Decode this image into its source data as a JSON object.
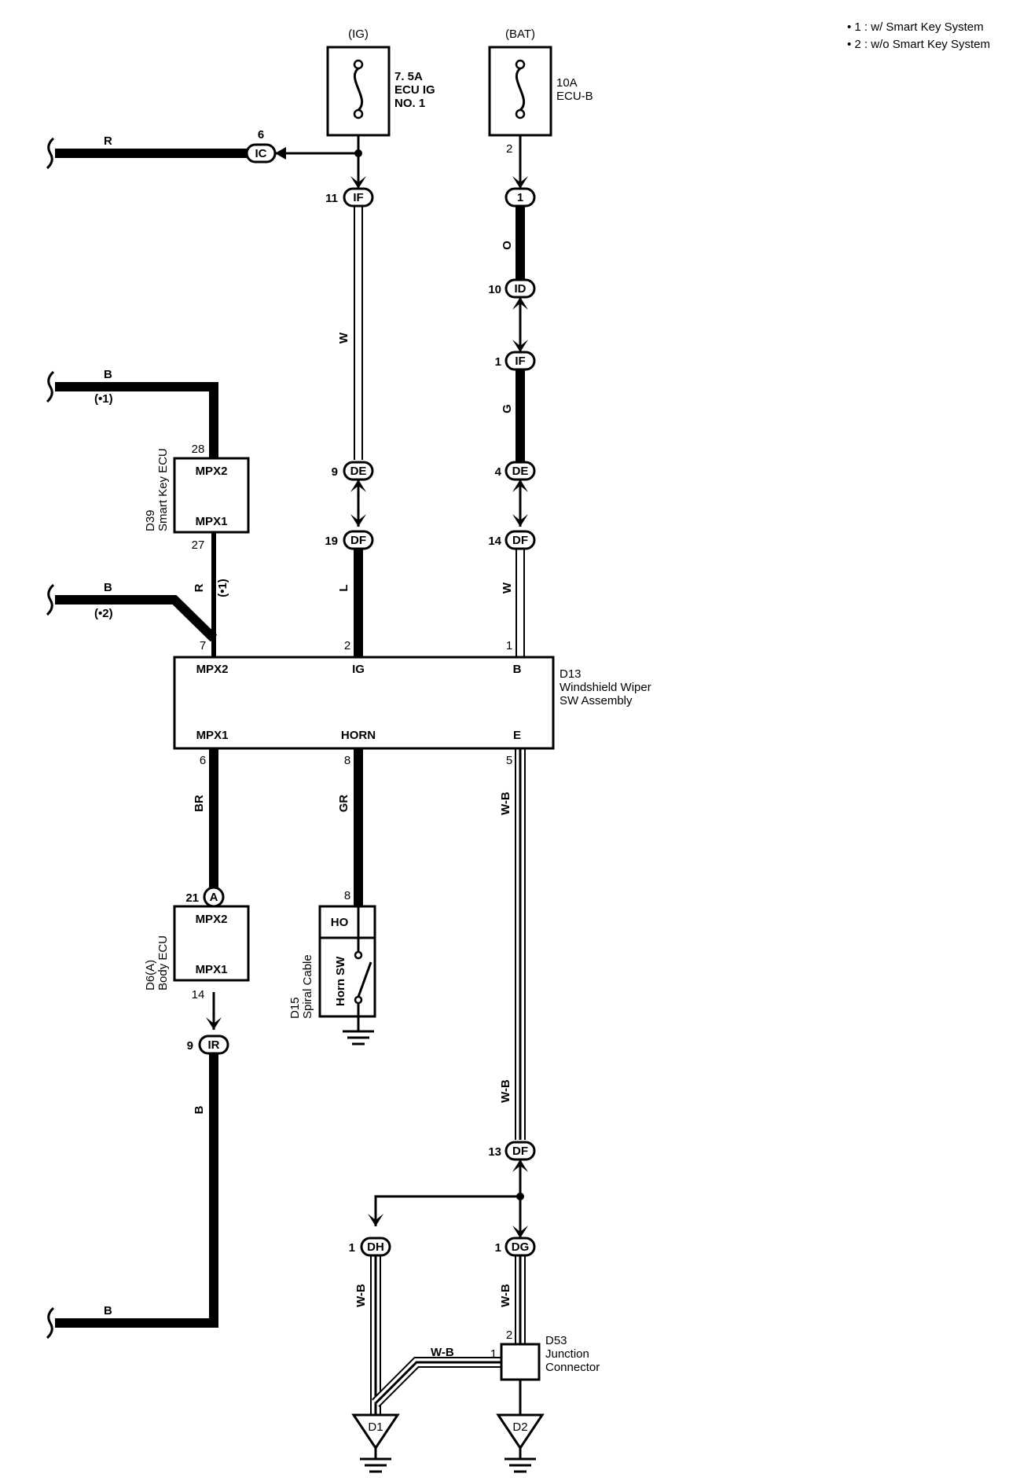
{
  "legend": [
    "• 1 : w/ Smart Key System",
    "• 2 : w/o Smart Key System"
  ],
  "fuses": {
    "ig": {
      "source": "(IG)",
      "rating": "7. 5A",
      "name1": "ECU IG",
      "name2": "NO. 1"
    },
    "bat": {
      "source": "(BAT)",
      "rating": "10A",
      "name1": "ECU-B",
      "out_pin": "2"
    }
  },
  "connectors": {
    "ic": {
      "code": "IC",
      "pin": "6"
    },
    "if_ig": {
      "code": "IF",
      "pin": "11"
    },
    "if_bat_top": {
      "code": "",
      "pin": "1"
    },
    "id": {
      "code": "ID",
      "pin": "10"
    },
    "if_bat": {
      "code": "IF",
      "pin": "1"
    },
    "de_ig": {
      "code": "DE",
      "pin": "9"
    },
    "de_bat": {
      "code": "DE",
      "pin": "4"
    },
    "df_ig": {
      "code": "DF",
      "pin": "19"
    },
    "df_bat": {
      "code": "DF",
      "pin": "14"
    },
    "df_ground": {
      "code": "DF",
      "pin": "13"
    },
    "a_body": {
      "code": "A",
      "pin": "21"
    },
    "ir": {
      "code": "IR",
      "pin": "9"
    },
    "dh": {
      "code": "DH",
      "pin": "1"
    },
    "dg": {
      "code": "DG",
      "pin": "1"
    }
  },
  "wires": {
    "r_top": "R",
    "w_ig": "W",
    "o_bat": "O",
    "g_bat": "G",
    "b_1": "B",
    "b_1_note": "(•1)",
    "r_mpx": "R",
    "r_mpx_note": "(•1)",
    "b_2": "B",
    "b_2_note": "(•2)",
    "l_ig": "L",
    "w_bat": "W",
    "br": "BR",
    "gr": "GR",
    "wb_e": "W-B",
    "wb_lower": "W-B",
    "b_ir": "B",
    "b_bottom": "B",
    "wb_dh": "W-B",
    "wb_dg": "W-B",
    "wb_junction": "W-B"
  },
  "components": {
    "smart_key_ecu": {
      "code": "D39",
      "name": "Smart Key ECU",
      "pin_top": "MPX2",
      "pin_bottom": "MPX1",
      "pin_top_no": "28",
      "pin_bottom_no": "27"
    },
    "wiper_sw": {
      "code": "D13",
      "name1": "Windshield Wiper",
      "name2": "SW Assembly",
      "pins": {
        "mpx2": "MPX2",
        "ig": "IG",
        "b": "B",
        "mpx1": "MPX1",
        "horn": "HORN",
        "e": "E"
      },
      "pin_nos": {
        "mpx2": "7",
        "ig": "2",
        "b": "1",
        "mpx1": "6",
        "horn": "8",
        "e": "5"
      }
    },
    "body_ecu": {
      "code": "D6(A)",
      "name": "Body ECU",
      "pin_top": "MPX2",
      "pin_bottom": "MPX1",
      "pin_bottom_no": "14"
    },
    "spiral_cable": {
      "code": "D15",
      "name": "Spiral Cable",
      "ho": "HO",
      "switch": "Horn SW",
      "pin_no": "8"
    },
    "junction": {
      "code": "D53",
      "name1": "Junction",
      "name2": "Connector",
      "pin_top": "2",
      "pin_left": "1"
    },
    "grounds": {
      "d1": "D1",
      "d2": "D2"
    }
  }
}
